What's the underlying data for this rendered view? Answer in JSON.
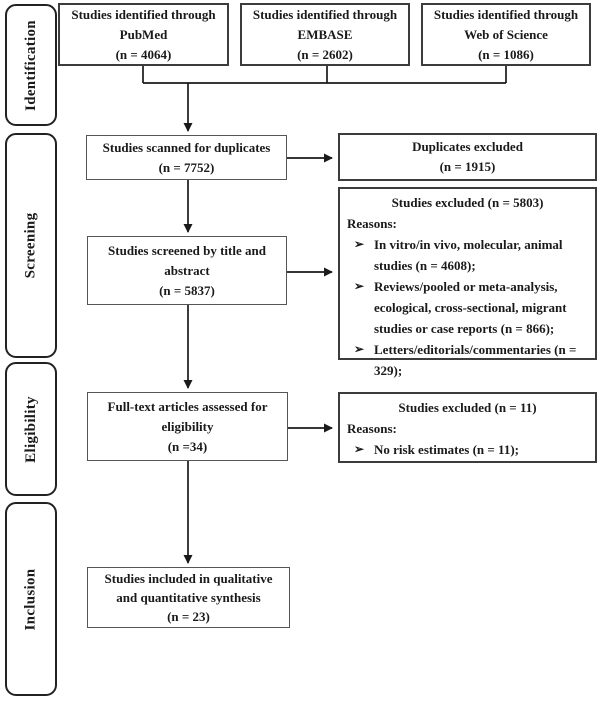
{
  "figure": {
    "kind": "PRISMA flow diagram",
    "bullet_glyph": "➢"
  },
  "style": {
    "ink": "#1a1a1a",
    "box_border": "#3c3c3c",
    "background": "#ffffff"
  },
  "sidebar": {
    "stages": [
      {
        "label": "Identification"
      },
      {
        "label": "Screening"
      },
      {
        "label": "Eligibility"
      },
      {
        "label": "Inclusion"
      }
    ]
  },
  "boxes": {
    "pubmed": {
      "lines": [
        "Studies identified through",
        "PubMed",
        "(n = 4064)"
      ]
    },
    "embase": {
      "lines": [
        "Studies identified through",
        "EMBASE",
        "(n = 2602)"
      ]
    },
    "web_of_science": {
      "lines": [
        "Studies identified through",
        "Web of Science",
        "(n = 1086)"
      ]
    },
    "scanned_duplicates": {
      "lines": [
        "Studies scanned for duplicates",
        "(n = 7752)"
      ]
    },
    "duplicates_excluded": {
      "lines": [
        "Duplicates excluded",
        "(n = 1915)"
      ]
    },
    "screened": {
      "lines": [
        "Studies screened by title and",
        "abstract",
        "(n = 5837)"
      ]
    },
    "screening_excluded": {
      "title": "Studies excluded (n = 5803)",
      "reasons_label": "Reasons:",
      "bullet": "➢",
      "reasons": [
        "In vitro/in vivo, molecular, animal studies (n = 4608);",
        "Reviews/pooled or meta-analysis, ecological, cross-sectional, migrant studies or case reports (n = 866);",
        "Letters/editorials/commentaries (n = 329);"
      ]
    },
    "fulltext": {
      "lines": [
        "Full-text articles assessed for",
        "eligibility",
        "(n =34)"
      ]
    },
    "eligibility_excluded": {
      "title": "Studies excluded (n = 11)",
      "reasons_label": "Reasons:",
      "bullet": "➢",
      "reasons": [
        "No risk estimates (n = 11);"
      ]
    },
    "included": {
      "lines": [
        "Studies included in qualitative",
        "and quantitative synthesis",
        "(n = 23)"
      ]
    }
  }
}
